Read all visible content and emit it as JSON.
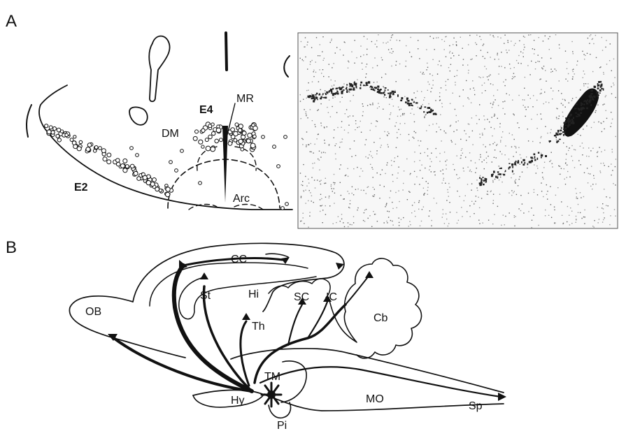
{
  "panel_a": {
    "letter": "A",
    "labels": {
      "e4": "E4",
      "mr": "MR",
      "dm": "DM",
      "e2": "E2",
      "arc": "Arc"
    }
  },
  "panel_b": {
    "letter": "B",
    "labels": {
      "cc": "CC",
      "st": "St",
      "hi": "Hi",
      "sc": "SC",
      "ic": "IC",
      "cb": "Cb",
      "ob": "OB",
      "th": "Th",
      "tm": "TM",
      "hy": "Hy",
      "mo": "MO",
      "sp": "Sp",
      "pi": "Pi"
    }
  }
}
